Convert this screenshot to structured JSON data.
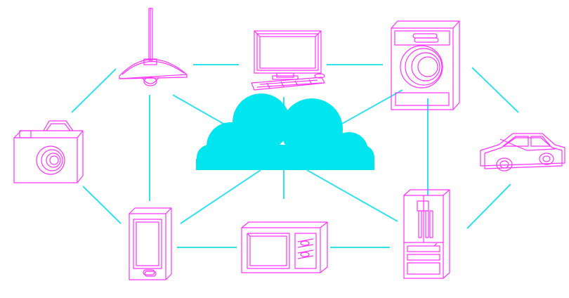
{
  "colors": {
    "connection": "#33e0ee",
    "cloud": "#00e5ee",
    "device_wire": "#ff33ff",
    "background": "#ffffff"
  },
  "diagram": {
    "center_node": {
      "icon": "cloud-icon"
    },
    "devices": [
      {
        "id": "pendant-lamp",
        "icon": "pendant-lamp-icon"
      },
      {
        "id": "desktop-computer",
        "icon": "desktop-computer-icon"
      },
      {
        "id": "washing-machine",
        "icon": "washing-machine-icon"
      },
      {
        "id": "camera",
        "icon": "camera-icon"
      },
      {
        "id": "car",
        "icon": "car-icon"
      },
      {
        "id": "smartphone",
        "icon": "smartphone-icon"
      },
      {
        "id": "microwave-oven",
        "icon": "microwave-icon"
      },
      {
        "id": "refrigerator",
        "icon": "refrigerator-icon"
      }
    ]
  }
}
